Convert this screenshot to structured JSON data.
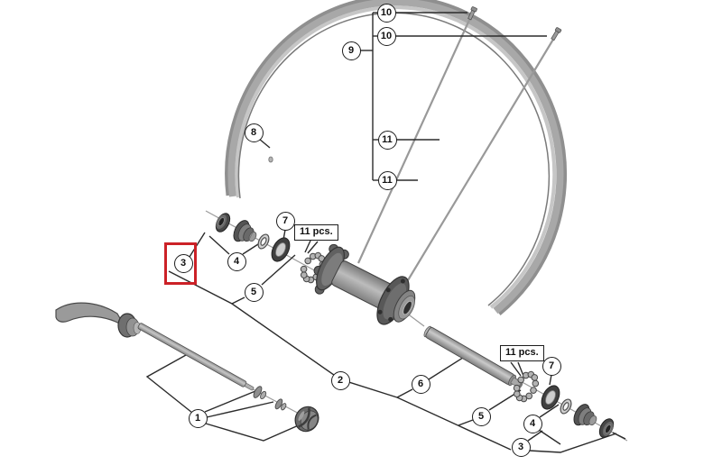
{
  "diagram": {
    "title": "wheel-hub-exploded-parts-diagram",
    "highlighted_callout": "3",
    "colors": {
      "highlight": "#cc2127",
      "leader_line": "#2b2b2b",
      "part_gray": "#9a9a9a",
      "background": "#ffffff"
    },
    "callouts": [
      {
        "id": "10-top",
        "label": "10"
      },
      {
        "id": "10-second",
        "label": "10"
      },
      {
        "id": "9",
        "label": "9"
      },
      {
        "id": "8",
        "label": "8"
      },
      {
        "id": "11-upper",
        "label": "11"
      },
      {
        "id": "11-lower",
        "label": "11"
      },
      {
        "id": "7-left",
        "label": "7"
      },
      {
        "id": "3-left",
        "label": "3"
      },
      {
        "id": "4-left",
        "label": "4"
      },
      {
        "id": "5-left",
        "label": "5"
      },
      {
        "id": "1",
        "label": "1"
      },
      {
        "id": "2",
        "label": "2"
      },
      {
        "id": "6",
        "label": "6"
      },
      {
        "id": "5-right",
        "label": "5"
      },
      {
        "id": "7-right",
        "label": "7"
      },
      {
        "id": "4-right",
        "label": "4"
      },
      {
        "id": "3-right",
        "label": "3"
      }
    ],
    "quantity_labels": [
      {
        "id": "pcs-left",
        "label": "11 pcs."
      },
      {
        "id": "pcs-right",
        "label": "11 pcs."
      }
    ],
    "parts": {
      "rim": "wheel-rim",
      "spoke": "spoke",
      "nipple": "spoke-nipple",
      "hub": "hub-shell",
      "axle": "axle-rod",
      "skewer": "quick-release-skewer",
      "spring": "skewer-spring",
      "end_nut": "skewer-end-nut",
      "lock_nut": "lock-nut",
      "cone": "cone-nut",
      "washer": "washer",
      "seal": "dust-seal",
      "retainer": "ball-bearing-retainer"
    }
  }
}
